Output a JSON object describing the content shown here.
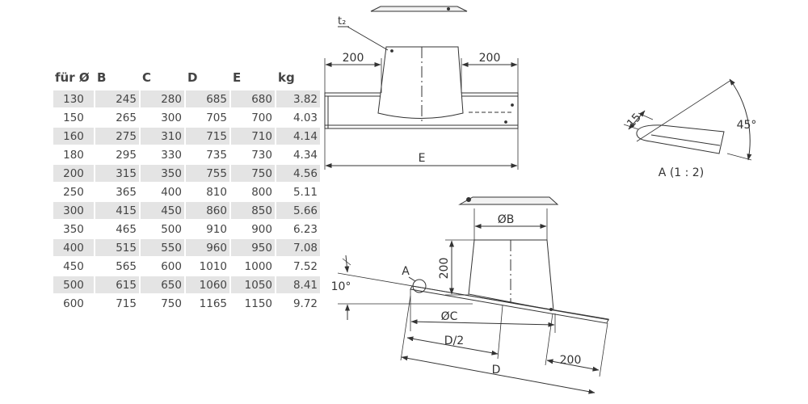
{
  "table": {
    "headers": [
      "für Ø",
      "B",
      "C",
      "D",
      "E",
      "kg"
    ],
    "rows": [
      [
        "130",
        "245",
        "280",
        "685",
        "680",
        "3.82"
      ],
      [
        "150",
        "265",
        "300",
        "705",
        "700",
        "4.03"
      ],
      [
        "160",
        "275",
        "310",
        "715",
        "710",
        "4.14"
      ],
      [
        "180",
        "295",
        "330",
        "735",
        "730",
        "4.34"
      ],
      [
        "200",
        "315",
        "350",
        "755",
        "750",
        "4.56"
      ],
      [
        "250",
        "365",
        "400",
        "810",
        "800",
        "5.11"
      ],
      [
        "300",
        "415",
        "450",
        "860",
        "850",
        "5.66"
      ],
      [
        "350",
        "465",
        "500",
        "910",
        "900",
        "6.23"
      ],
      [
        "400",
        "515",
        "550",
        "960",
        "950",
        "7.08"
      ],
      [
        "450",
        "565",
        "600",
        "1010",
        "1000",
        "7.52"
      ],
      [
        "500",
        "615",
        "650",
        "1060",
        "1050",
        "8.41"
      ],
      [
        "600",
        "715",
        "750",
        "1165",
        "1150",
        "9.72"
      ]
    ]
  },
  "drawing_top": {
    "label_t2": "t₂",
    "dim_left": "200",
    "dim_right": "200",
    "dim_e": "E"
  },
  "detail": {
    "dim_15": "15",
    "angle": "45°",
    "caption": "A (1 : 2)"
  },
  "drawing_bottom": {
    "dim_b": "ØB",
    "dim_200_vertical": "200",
    "label_a": "A",
    "angle": "10°",
    "dim_c": "ØC",
    "dim_d_half": "D/2",
    "dim_200": "200",
    "dim_d": "D"
  }
}
